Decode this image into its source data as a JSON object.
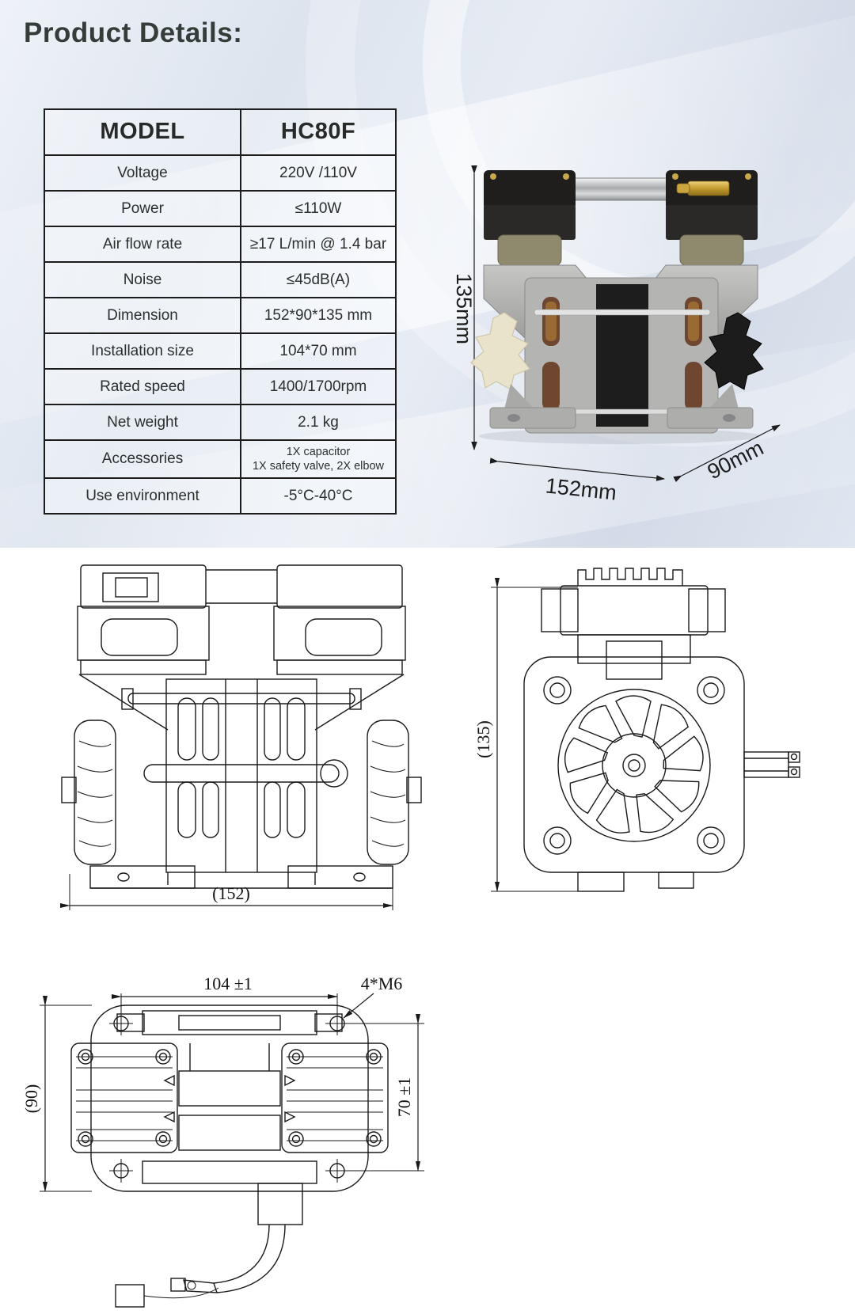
{
  "page": {
    "title": "Product Details:"
  },
  "colors": {
    "title": "#343d3a",
    "table_border": "#1c1c1c",
    "drawing_line": "#1a1a1a"
  },
  "spec_table": {
    "model_label": "MODEL",
    "model_value": "HC80F",
    "rows": [
      {
        "label": "Voltage",
        "value": "220V /110V"
      },
      {
        "label": "Power",
        "value": "≤110W"
      },
      {
        "label": "Air flow rate",
        "value": "≥17 L/min @ 1.4 bar"
      },
      {
        "label": "Noise",
        "value": "≤45dB(A)"
      },
      {
        "label": "Dimension",
        "value": "152*90*135 mm"
      },
      {
        "label": "Installation size",
        "value": "104*70 mm"
      },
      {
        "label": "Rated speed",
        "value": "1400/1700rpm"
      },
      {
        "label": "Net weight",
        "value": "2.1 kg"
      },
      {
        "label": "Accessories",
        "value": "1X capacitor",
        "value2": "1X safety valve, 2X elbow"
      },
      {
        "label": "Use environment",
        "value": "-5°C-40°C"
      }
    ]
  },
  "product_photo": {
    "height_label": "135mm",
    "width_label": "152mm",
    "depth_label": "90mm"
  },
  "drawings": {
    "front_view": {
      "width_label": "(152)"
    },
    "side_view": {
      "height_label": "(135)"
    },
    "top_view": {
      "hole_pitch_x": "104 ±1",
      "thread_callout": "4*M6",
      "hole_pitch_y": "70 ±1",
      "depth_label": "(90)"
    }
  }
}
